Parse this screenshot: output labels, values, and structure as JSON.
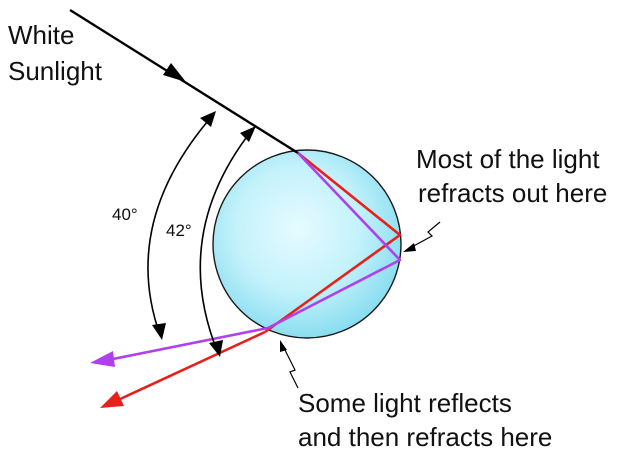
{
  "labels": {
    "sunlight_line1": "White",
    "sunlight_line2": "Sunlight",
    "refract_out_line1": "Most of the light",
    "refract_out_line2": "refracts out here",
    "reflect_line1": "Some light reflects",
    "reflect_line2": "and then refracts here",
    "angle_violet": "40°",
    "angle_red": "42°"
  },
  "colors": {
    "background": "#ffffff",
    "sunlight_ray": "#000000",
    "red_ray": "#e8201c",
    "violet_ray": "#b040ee",
    "droplet_fill_center": "#e6fbff",
    "droplet_fill_edge": "#86dcf0",
    "droplet_stroke": "#1a1a1a",
    "angle_arc": "#000000"
  },
  "rays": {
    "violet_angle_deg": 40,
    "red_angle_deg": 42
  }
}
